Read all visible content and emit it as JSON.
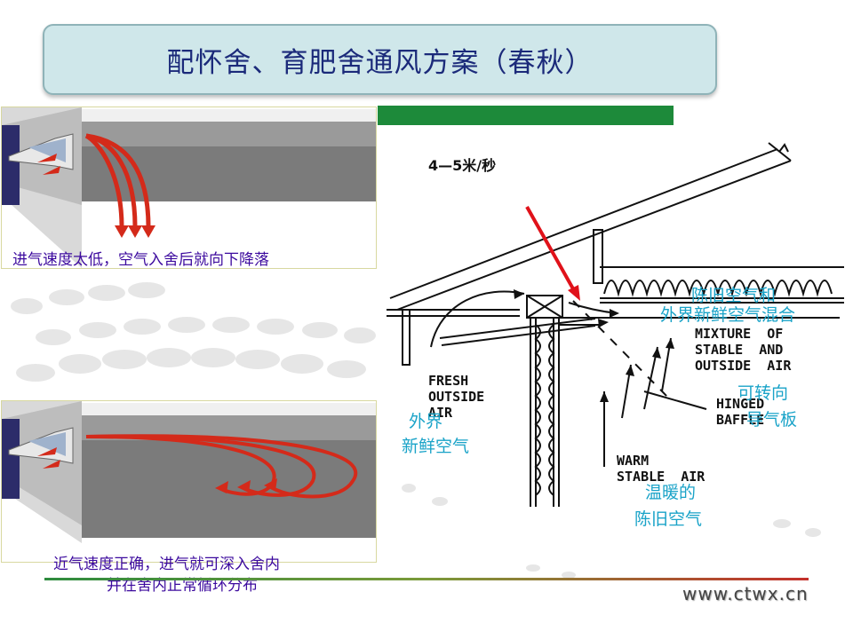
{
  "title": "配怀舍、育肥舍通风方案（春秋）",
  "panels": [
    {
      "caption": "进气速度太低，空气入舍后就向下降落"
    },
    {
      "caption_line1": "近气速度正确，进气就可深入舍内",
      "caption_line2": "并在舍内正常循环分布"
    }
  ],
  "diagram": {
    "speed_label": "4—5米/秒",
    "mixture_cn_line1": "陈旧空气和",
    "mixture_cn_line2": "外界新鲜空气混合",
    "mixture_en": "MIXTURE  OF\nSTABLE  AND\nOUTSIDE  AIR",
    "fresh_en": "FRESH\nOUTSIDE\nAIR",
    "fresh_cn_line1": "外界",
    "fresh_cn_line2": "新鲜空气",
    "hinged_en": "HINGED\nBAFFLE",
    "hinged_cn_line1": "可转向",
    "hinged_cn_line2": "导气板",
    "warm_en": "WARM\nSTABLE  AIR",
    "warm_cn_line1": "温暖的",
    "warm_cn_line2": "陈旧空气"
  },
  "footer": {
    "url": "www.ctwx.cn"
  },
  "colors": {
    "title_text": "#1b2a7a",
    "caption": "#3c0a9e",
    "label_cn": "#1aa3c8",
    "arrow_red": "#d42a1a",
    "green_bar": "#1d8a3a"
  }
}
